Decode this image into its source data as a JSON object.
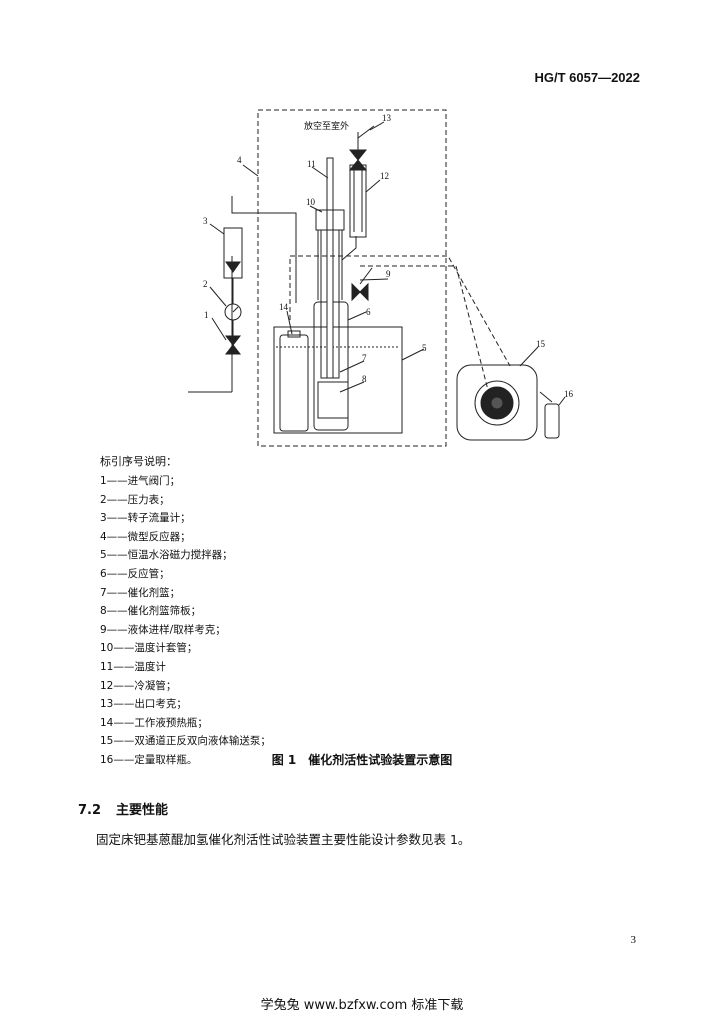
{
  "header": {
    "standard_code": "HG/T 6057—2022"
  },
  "figure": {
    "vent_label": "放空至室外",
    "callouts": [
      "1",
      "2",
      "3",
      "4",
      "5",
      "6",
      "7",
      "8",
      "9",
      "10",
      "11",
      "12",
      "13",
      "14",
      "15",
      "16"
    ],
    "legend_title": "标引序号说明：",
    "legend": [
      "1——进气阀门；",
      "2——压力表；",
      "3——转子流量计；",
      "4——微型反应器；",
      "5——恒温水浴磁力搅拌器；",
      "6——反应管；",
      "7——催化剂篮；",
      "8——催化剂篮筛板；",
      "9——液体进样/取样考克；",
      "10——温度计套管；",
      "11——温度计",
      "12——冷凝管；",
      "13——出口考克；",
      "14——工作液预热瓶；",
      "15——双通道正反双向液体输送泵；",
      "16——定量取样瓶。"
    ],
    "caption": "图 1　催化剂活性试验装置示意图"
  },
  "section": {
    "number": "7.2",
    "title": "主要性能"
  },
  "paragraph": "固定床钯基蒽醌加氢催化剂活性试验装置主要性能设计参数见表 1。",
  "page_number": "3",
  "footer": "学兔兔 www.bzfxw.com 标准下载"
}
